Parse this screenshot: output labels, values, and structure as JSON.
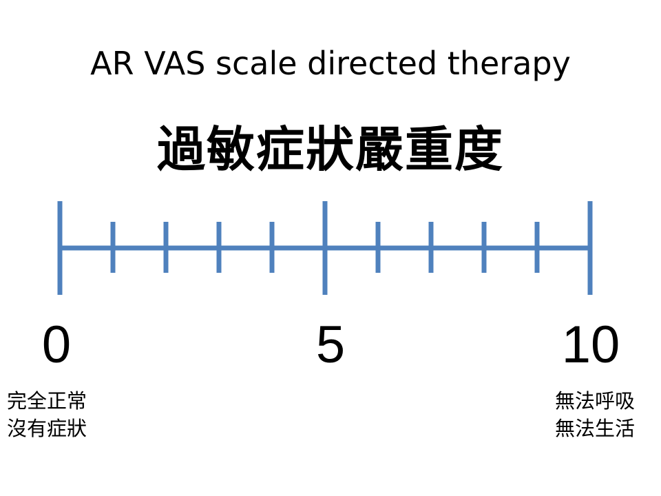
{
  "title": "AR VAS scale directed therapy",
  "subtitle": "過敏症狀嚴重度",
  "scale": {
    "min": 0,
    "max": 10,
    "major_ticks": [
      0,
      5,
      10
    ],
    "minor_ticks": [
      1,
      2,
      3,
      4,
      6,
      7,
      8,
      9
    ],
    "color": "#4f81bd"
  },
  "labels": {
    "zero": "0",
    "five": "5",
    "ten": "10"
  },
  "descriptions": {
    "left": [
      "完全正常",
      "沒有症狀"
    ],
    "right": [
      "無法呼吸",
      "無法生活"
    ]
  }
}
